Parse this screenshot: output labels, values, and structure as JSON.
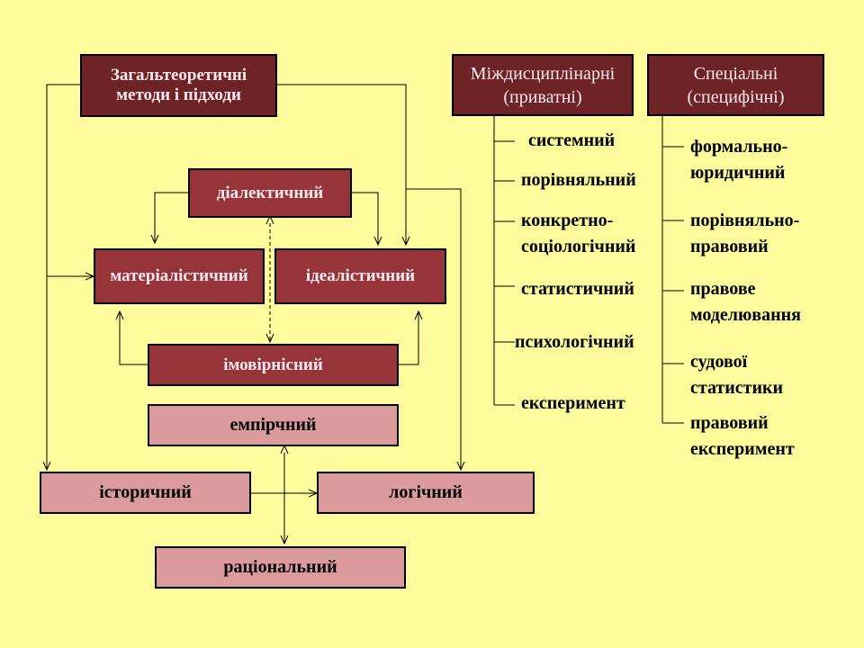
{
  "general": {
    "title_line1": "Загальтеоретичні",
    "title_line2": "методи і підходи",
    "dialectical": "діалектичний",
    "materialistic": "матеріалістичний",
    "idealistic": "ідеалістичний",
    "probabilistic": "імовірнісний",
    "empirical": "емпірчний",
    "historical": "історичний",
    "logical": "логічний",
    "rational": "раціональний"
  },
  "interdisciplinary": {
    "title_line1": "Міждисциплінарні",
    "title_line2": "(приватні)",
    "items": [
      {
        "line1": "системний",
        "line2": ""
      },
      {
        "line1": "порівняльний",
        "line2": ""
      },
      {
        "line1": "конкретно-",
        "line2": "соціологічний"
      },
      {
        "line1": "статистичний",
        "line2": ""
      },
      {
        "line1": "психологічний",
        "line2": ""
      },
      {
        "line1": "експеримент",
        "line2": ""
      }
    ]
  },
  "special": {
    "title_line1": "Спеціальні",
    "title_line2": "(специфічні)",
    "items": [
      {
        "line1": "формально-",
        "line2": "юридичний"
      },
      {
        "line1": "порівняльно-",
        "line2": "правовий"
      },
      {
        "line1": "правове",
        "line2": "моделювання"
      },
      {
        "line1": "судової",
        "line2": "статистики"
      },
      {
        "line1": "правовий",
        "line2": "експеримент"
      }
    ]
  }
}
